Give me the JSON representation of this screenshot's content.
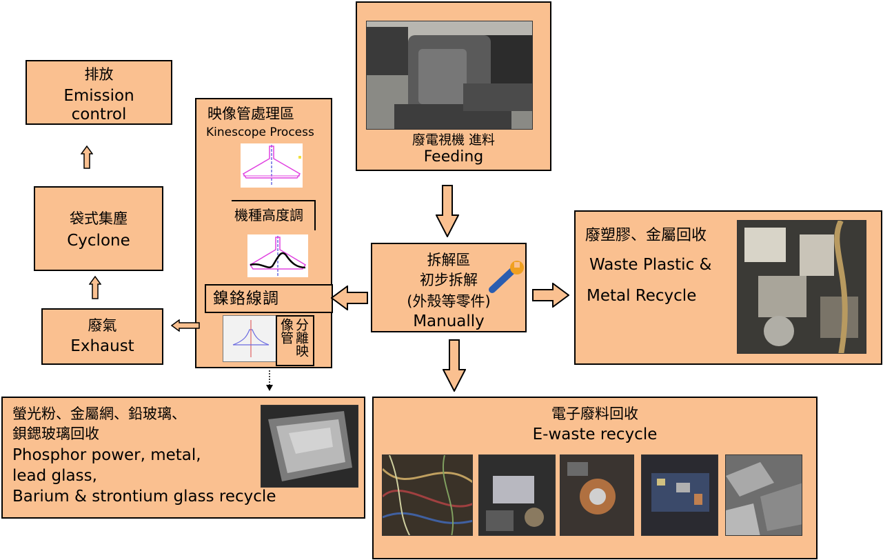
{
  "feeding": {
    "zh": "廢電視機 進料",
    "en": "Feeding"
  },
  "dismantle": {
    "zh1": "拆解區",
    "zh2": "初步拆解",
    "zh3": "(外殼等零件)",
    "en": "Manually",
    "icon": "wrench-icon"
  },
  "plastic": {
    "zh": "廢塑膠、金屬回收",
    "en1": "Waste Plastic &",
    "en2": "Metal Recycle"
  },
  "kinescope": {
    "zh": "映像管處理區",
    "en": "Kinescope Process",
    "step1": "機種高度調",
    "step2": "鎳鉻線調",
    "step3": "分離映像管"
  },
  "exhaust": {
    "zh": "廢氣",
    "en": "Exhaust"
  },
  "cyclone": {
    "zh": "袋式集塵",
    "en": "Cyclone"
  },
  "emission": {
    "zh": "排放",
    "en1": "Emission",
    "en2": "control"
  },
  "glass": {
    "zh1": "螢光粉、金屬網、鉛玻璃、",
    "zh2": "鋇鍶玻璃回收",
    "en1": "Phosphor power, metal,",
    "en2": "lead glass,",
    "en3": "Barium & strontium glass recycle"
  },
  "ewaste": {
    "zh": "電子廢料回收",
    "en": "E-waste recycle"
  },
  "colors": {
    "box_fill": "#fac090",
    "border": "#000000",
    "tube_pink": "#e040e0",
    "tube_blue": "#6a6ae0"
  }
}
